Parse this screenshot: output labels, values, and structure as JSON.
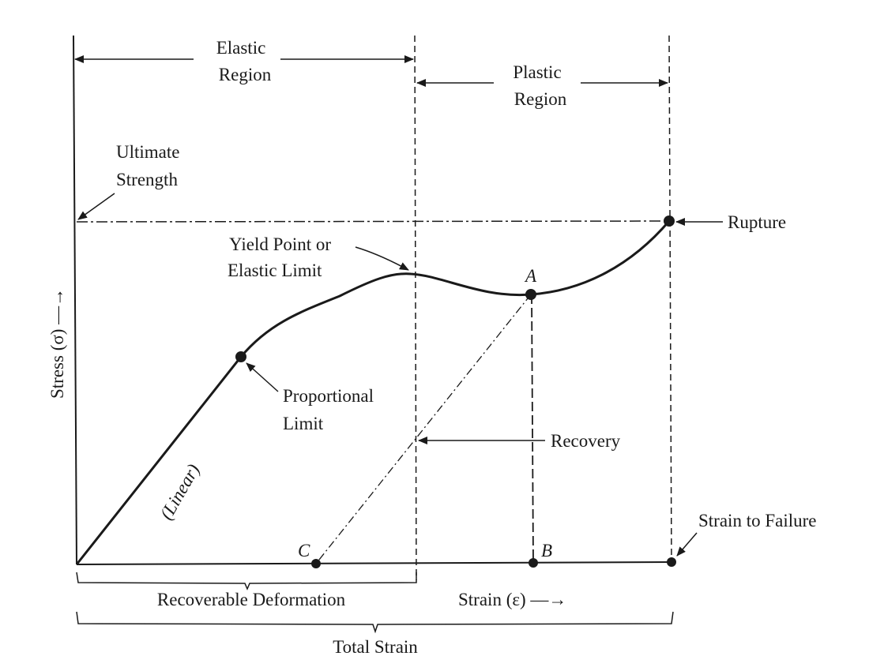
{
  "title_regions": {
    "elastic": [
      "Elastic",
      "Region"
    ],
    "plastic": [
      "Plastic",
      "Region"
    ]
  },
  "labels": {
    "ultimate_strength": [
      "Ultimate",
      "Strength"
    ],
    "rupture": "Rupture",
    "yield_point": [
      "Yield Point or",
      "Elastic Limit"
    ],
    "point_a": "A",
    "point_b": "B",
    "point_c": "C",
    "proportional_limit": [
      "Proportional",
      "Limit"
    ],
    "linear": "(Linear)",
    "recovery": "Recovery",
    "strain_to_failure": "Strain to Failure",
    "recoverable_deformation": "Recoverable Deformation",
    "strain_axis": "Strain (ε) —→",
    "stress_axis": "Stress (σ) —→",
    "total_strain": "Total Strain"
  }
}
